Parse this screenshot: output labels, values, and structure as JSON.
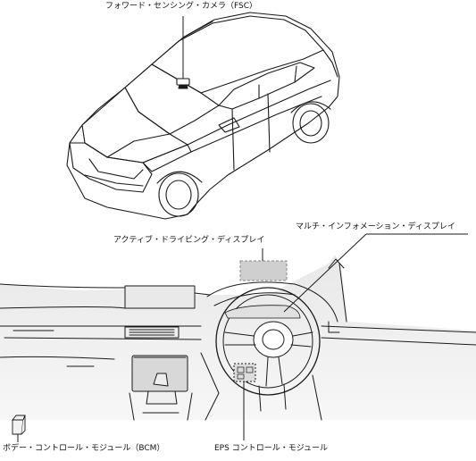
{
  "labels": {
    "fsc": "フォワード・センシング・カメラ（FSC）",
    "active_display": "アクティブ・ドライビング・ディスプレイ",
    "multi_display": "マルチ・インフォメーション・ディスプレイ",
    "bcm": "ボデー・コントロール・モジュール（BCM）",
    "eps": "EPS コントロール・モジュール"
  },
  "colors": {
    "line": "#1a1a1a",
    "dash_fill": "#e4e4e4",
    "highlight_fill": "#cfcfcf"
  }
}
